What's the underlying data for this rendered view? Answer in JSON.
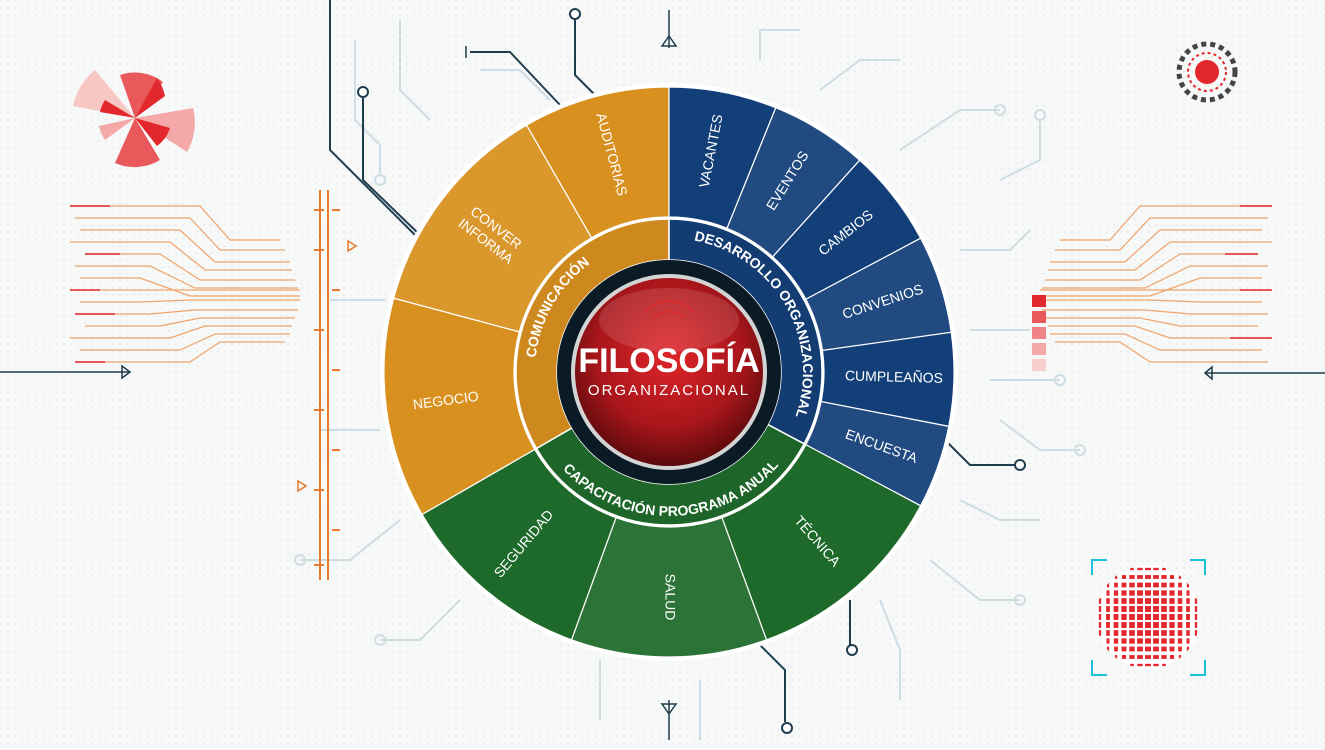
{
  "center": {
    "title": "FILOSOFÍA",
    "subtitle": "ORGANIZACIONAL"
  },
  "rings": [
    {
      "id": "comunicacion",
      "label": "COMUNICACIÓN",
      "color": "#d8901e",
      "items": [
        "AUDITORIAS",
        "CONVER INFORMA",
        "NEGOCIO"
      ]
    },
    {
      "id": "desarrollo",
      "label": "DESARROLLO ORGANIZACIONAL",
      "color": "#133f78",
      "items": [
        "VACANTES",
        "EVENTOS",
        "CAMBIOS",
        "CONVENIOS",
        "CUMPLEAÑOS",
        "ENCUESTA"
      ]
    },
    {
      "id": "capacitacion",
      "label": "CAPACITACIÓN PROGRAMA ANUAL",
      "color": "#1e6a2a",
      "items": [
        "TÉCNICA",
        "SALUD",
        "SEGURIDAD"
      ]
    }
  ],
  "icons": [
    "radar-rose-icon",
    "target-dot-icon",
    "globe-grid-icon",
    "circuit-tree-icon",
    "bar-stack-icon"
  ],
  "colors": {
    "accent_red": "#e2282c",
    "accent_orange": "#e87a2c",
    "accent_cyan": "#19c1d9",
    "circuit": "#cfdde3"
  }
}
